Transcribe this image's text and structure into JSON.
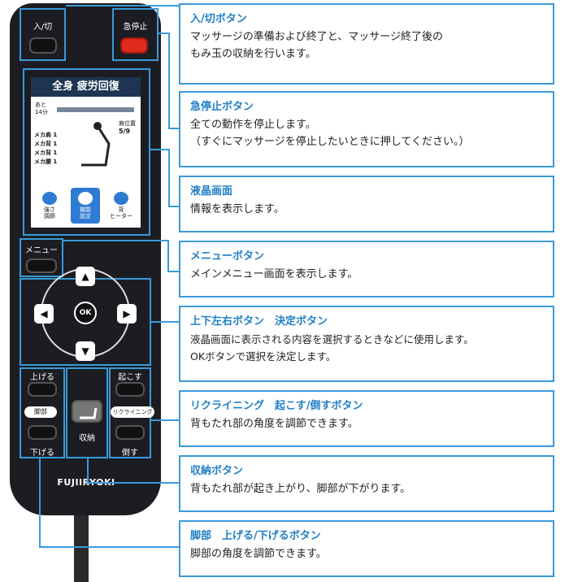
{
  "remote": {
    "power_label": "入/切",
    "emergency_label": "急停止",
    "menu_label": "メニュー",
    "ok_label": "OK",
    "up_label": "上げる",
    "down_label": "下げる",
    "raise_label": "起こす",
    "lower_label": "倒す",
    "leg_label": "脚部",
    "recline_label": "リクライニング",
    "storage_label": "収納",
    "brand": "FUJIIRYOKI",
    "screen": {
      "title": "全身 疲労回復",
      "remain_prefix": "あと",
      "remain_time": "14分",
      "position_label": "肩位置",
      "position_value": "5/9",
      "rows": [
        "メカ肩 1",
        "メカ背 1",
        "メカ背 1",
        "メカ腰 1"
      ],
      "tiles": [
        {
          "label": "強さ\n調節"
        },
        {
          "label": "機能\n設定"
        },
        {
          "label": "背\nヒーター"
        }
      ]
    }
  },
  "callouts": [
    {
      "title": "入/切ボタン",
      "body": "マッサージの準備および終了と、マッサージ終了後の\nもみ玉の収納を行います。"
    },
    {
      "title": "急停止ボタン",
      "body": "全ての動作を停止します。\n（すぐにマッサージを停止したいときに押してください。）"
    },
    {
      "title": "液晶画面",
      "body": "情報を表示します。"
    },
    {
      "title": "メニューボタン",
      "body": "メインメニュー画面を表示します。"
    },
    {
      "title": "上下左右ボタン　決定ボタン",
      "body": "液晶画面に表示される内容を選択するときなどに使用します。\nOKボタンで選択を決定します。"
    },
    {
      "title": "リクライニング　起こす/倒すボタン",
      "body": "背もたれ部の角度を調節できます。"
    },
    {
      "title": "収納ボタン",
      "body": "背もたれ部が起き上がり、脚部が下がります。"
    },
    {
      "title": "脚部　上げる/下げるボタン",
      "body": "脚部の角度を調節できます。"
    }
  ]
}
